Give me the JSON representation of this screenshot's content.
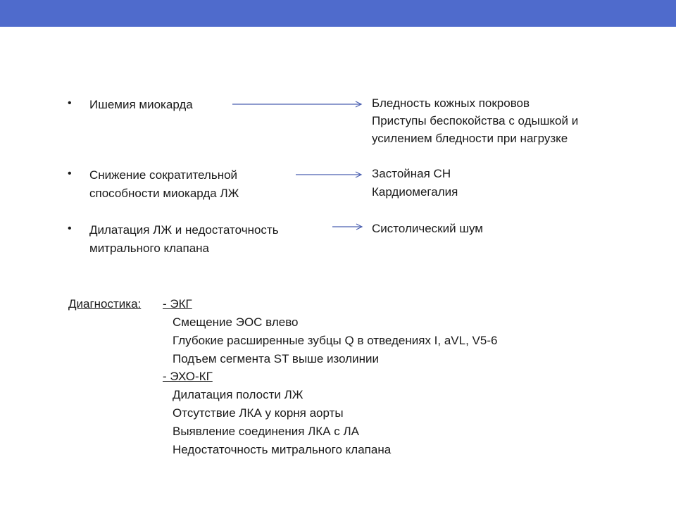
{
  "colors": {
    "header_bar": "#4f6bcc",
    "arrow": "#4a5fb0",
    "text": "#1a1a1a"
  },
  "causes": [
    {
      "lines": [
        "Ишемия миокарда"
      ]
    },
    {
      "lines": [
        "Снижение сократительной",
        "способности миокарда ЛЖ"
      ]
    },
    {
      "lines": [
        "Дилатация ЛЖ и недостаточность",
        "митрального клапана"
      ]
    }
  ],
  "effects": [
    {
      "lines": [
        "Бледность кожных покровов",
        "Приступы беспокойства с одышкой и",
        "усилением бледности при нагрузке"
      ]
    },
    {
      "lines": [
        "Застойная СН",
        "Кардиомегалия"
      ]
    },
    {
      "lines": [
        "Систолический шум"
      ]
    }
  ],
  "diagnostics": {
    "heading": "Диагностика:",
    "ecg": {
      "label": "- ЭКГ",
      "items": [
        "Смещение ЭОС влево",
        "Глубокие расширенные зубцы Q в отведениях I, aVL, V5-6",
        "Подъем сегмента ST выше изолинии"
      ]
    },
    "echo": {
      "label": "- ЭХО-КГ",
      "items": [
        "Дилатация полости ЛЖ",
        "Отсутствие ЛКА у корня аорты",
        "Выявление соединения ЛКА с ЛА",
        "Недостаточность митрального клапана"
      ]
    }
  }
}
